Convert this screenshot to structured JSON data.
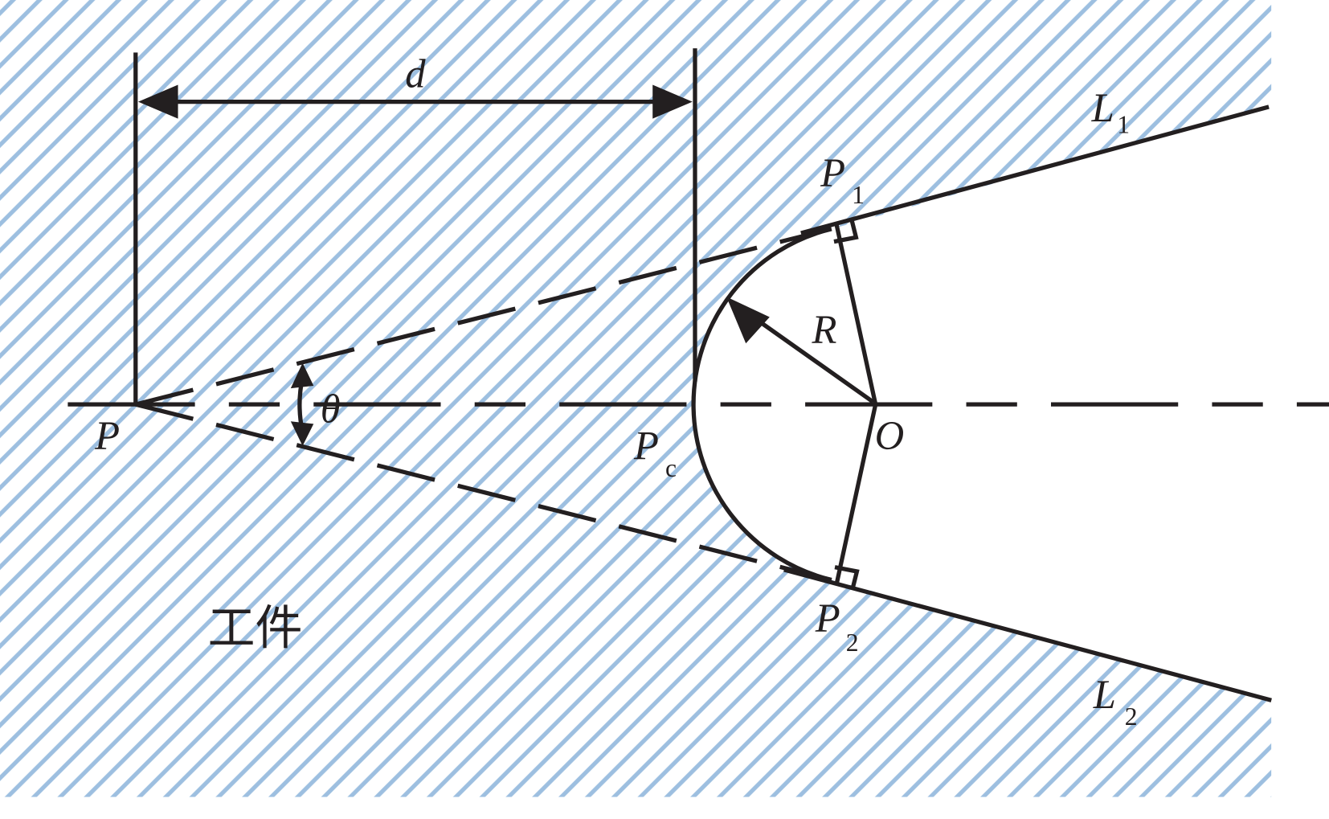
{
  "diagram": {
    "colors": {
      "hatch": "#9dbfe0",
      "line": "#231f20",
      "background": "#ffffff"
    },
    "labels": {
      "d": "d",
      "L1": "L",
      "L1_sub": "1",
      "L2": "L",
      "L2_sub": "2",
      "P1": "P",
      "P1_sub": "1",
      "P2": "P",
      "P2_sub": "2",
      "Pc": "P",
      "Pc_sub": "c",
      "P": "P",
      "O": "O",
      "R": "R",
      "theta": "θ",
      "workpiece": "工件"
    }
  }
}
